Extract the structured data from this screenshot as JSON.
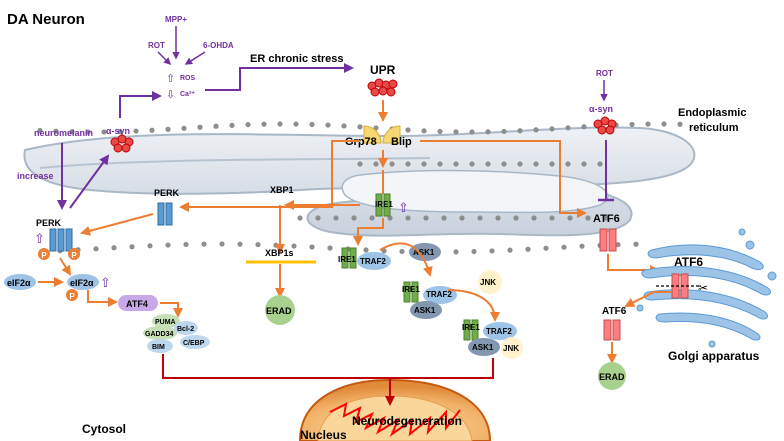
{
  "title": "DA Neuron",
  "stressors": {
    "mpp": "MPP+",
    "rot": "ROT",
    "ohda": "6-OHDA",
    "ros": "ROS",
    "ca": "Ca²⁺"
  },
  "er_stress": "ER chronic stress",
  "upr": "UPR",
  "asyn_left": "α-syn",
  "neuromelanin": "neuromelanin",
  "increase": "increase",
  "rot_right": "ROT",
  "asyn_right": "α-syn",
  "er_label": [
    "Endoplasmic",
    "reticulum"
  ],
  "grp78": "Grp78",
  "blip": "Blip",
  "perk_er": "PERK",
  "perk_cyt": "PERK",
  "p_label": "P",
  "xbp1": "XBP1",
  "xbp1s": "XBP1s",
  "erad_mid": "ERAD",
  "ire1_er": "IRE1",
  "ire1_a": "IRE1",
  "traf2_a": "TRAF2",
  "ask1_a": "ASK1",
  "ire1_b": "IRE1",
  "traf2_b": "TRAF2",
  "ask1_b": "ASK1",
  "jnk_a": "JNK",
  "ire1_c": "IRE1",
  "traf2_c": "TRAF2",
  "ask1_c": "ASK1",
  "jnk_b": "JNK",
  "eif2a_1": "eIF2α",
  "eif2a_2": "eIF2α",
  "atf4": "ATF4",
  "puma": "PUMA",
  "gadd34": "GADD34",
  "bcl2": "Bcl-2",
  "bim": "BIM",
  "cebp": "C/EBP",
  "atf6_er": "ATF6",
  "atf6_golgi": "ATF6",
  "atf6_cyt": "ATF6",
  "erad_right": "ERAD",
  "golgi": "Golgi apparatus",
  "neurodegeneration": "Neurodegeneration",
  "nucleus": "Nucleus",
  "cytosol": "Cytosol",
  "colors": {
    "purple": "#7030a0",
    "orange": "#ed7d31",
    "red": "#c00000",
    "er_fill": "#d6dce4",
    "er_edge": "#a9b7c6"
  }
}
